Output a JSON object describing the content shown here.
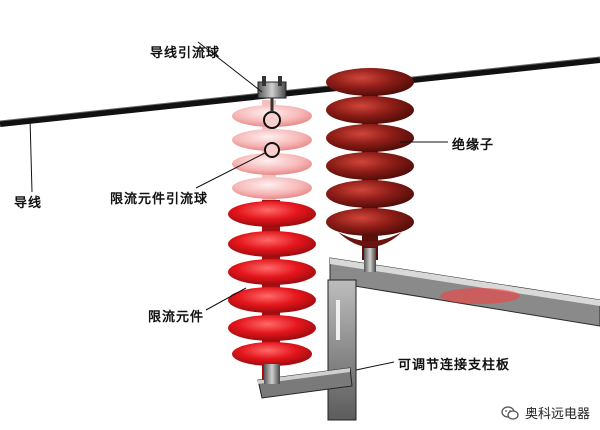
{
  "labels": {
    "lead_wire_ball": "导线引流球",
    "wire": "导线",
    "insulator": "绝缘子",
    "limiter_lead_ball": "限流元件引流球",
    "limiter_element": "限流元件",
    "adjustable_bracket": "可调节连接支柱板"
  },
  "watermark": {
    "text": "奥科远电器",
    "icon": "wechat-icon"
  },
  "colors": {
    "limiter_red": "#e4161c",
    "insulator_brown": "#8e1d17",
    "wire": "#111111"
  }
}
